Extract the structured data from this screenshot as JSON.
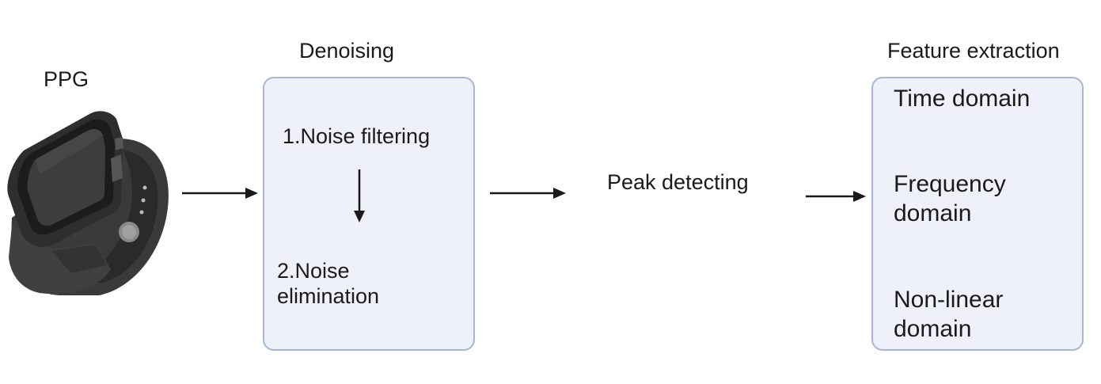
{
  "ppg": {
    "label": "PPG"
  },
  "denoising": {
    "title": "Denoising",
    "step1": "1.Noise filtering",
    "step2_line1": "2.Noise",
    "step2_line2": "elimination"
  },
  "peak": {
    "label": "Peak detecting"
  },
  "features": {
    "title": "Feature extraction",
    "time": "Time domain",
    "freq_line1": "Frequency",
    "freq_line2": "domain",
    "nonlin_line1": "Non-linear",
    "nonlin_line2": "domain"
  },
  "colors": {
    "box_fill": "#eef1f9",
    "box_border": "#a9b5d4",
    "arrow": "#1a1a1a",
    "watch_dark": "#2b2b2b",
    "watch_mid": "#4a4a4a"
  },
  "icons": {
    "device": "smartwatch-icon"
  }
}
